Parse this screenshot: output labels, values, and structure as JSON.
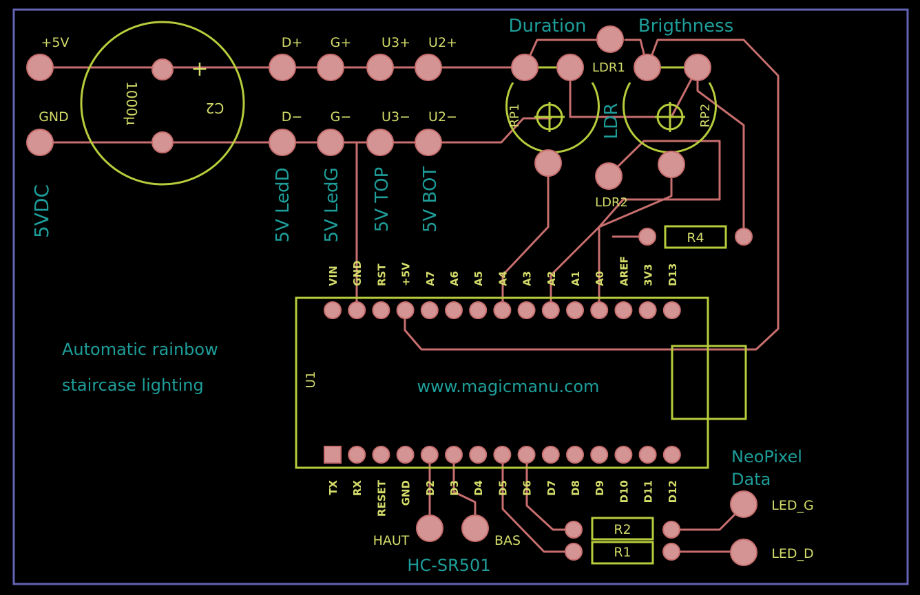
{
  "board": {
    "outline_color": "#6464b4",
    "trace_color": "#c86e6e",
    "pad_color": "#d49494",
    "silk_color": "#b8cc3c",
    "text_yellow": "#d4dc6a",
    "text_teal": "#1e9e9a"
  },
  "power": {
    "plus5v": "+5V",
    "gnd": "GND",
    "label": "5VDC"
  },
  "capacitor": {
    "name": "C2",
    "value": "1000µ",
    "plus": "+"
  },
  "headers_top": {
    "d_plus": "D+",
    "g_plus": "G+",
    "u3_plus": "U3+",
    "u2_plus": "U2+",
    "d_minus": "D−",
    "g_minus": "G−",
    "u3_minus": "U3−",
    "u2_minus": "U2−"
  },
  "header_labels": {
    "led_d": "5V LedD",
    "led_g": "5V LedG",
    "top": "5V TOP",
    "bot": "5V BOT"
  },
  "pots": {
    "duration": "Duration",
    "brightness": "Brigthness",
    "rp1": "RP1",
    "rp2": "RP2",
    "ldr_text": "LDR"
  },
  "ldr": {
    "ldr1": "LDR1",
    "ldr2": "LDR2"
  },
  "resistors": {
    "r4": "R4",
    "r2": "R2",
    "r1": "R1"
  },
  "arduino": {
    "name": "U1",
    "url": "www.magicmanu.com",
    "top_pins": [
      "VIN",
      "GND",
      "RST",
      "+5V",
      "A7",
      "A6",
      "A5",
      "A4",
      "A3",
      "A2",
      "A1",
      "A0",
      "AREF",
      "3V3",
      "D13"
    ],
    "bottom_pins": [
      "TX",
      "RX",
      "RESET",
      "GND",
      "D2",
      "D3",
      "D4",
      "D5",
      "D6",
      "D7",
      "D8",
      "D9",
      "D10",
      "D11",
      "D12"
    ]
  },
  "pir": {
    "haut": "HAUT",
    "bas": "BAS",
    "name": "HC-SR501"
  },
  "neopixel": {
    "title_line1": "NeoPixel",
    "title_line2": "Data",
    "led_g": "LED_G",
    "led_d": "LED_D"
  },
  "description": {
    "line1": "Automatic rainbow",
    "line2": "staircase lighting"
  }
}
